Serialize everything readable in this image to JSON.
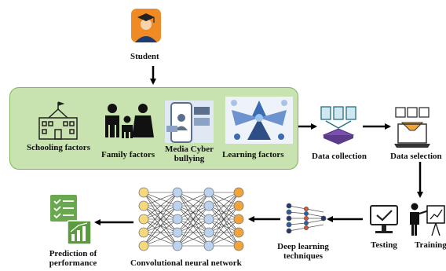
{
  "nodes": {
    "student": "Student",
    "schooling": "Schooling factors",
    "family": "Family factors",
    "media_line1": "Media Cyber",
    "media_line2": "bullying",
    "learning": "Learning factors",
    "data_collection": "Data collection",
    "data_selection": "Data selection",
    "testing": "Testing",
    "training": "Training",
    "deep_line1": "Deep learning",
    "deep_line2": "techniques",
    "cnn": "Convolutional neural network",
    "pred_line1": "Prediction of",
    "pred_line2": "performance"
  },
  "icons": {
    "student": "student-graduate-icon",
    "schooling": "school-building-icon",
    "family": "family-icon",
    "media": "phone-cyberbullying-icon",
    "learning": "learning-network-icon",
    "data_collection": "documents-tray-icon",
    "data_selection": "data-filter-laptop-icon",
    "testing": "monitor-check-icon",
    "training": "presenter-board-icon",
    "deep_learning": "neural-network-icon",
    "prediction": "checklist-chart-icon"
  },
  "colors": {
    "factor_box_fill": "#c9e3b0",
    "factor_box_border": "#7cb75a",
    "input_neuron": "#f5d97a",
    "hidden_neuron": "#bcd3f0",
    "output_neuron": "#f2a33a",
    "student_bg": "#f08a24"
  }
}
